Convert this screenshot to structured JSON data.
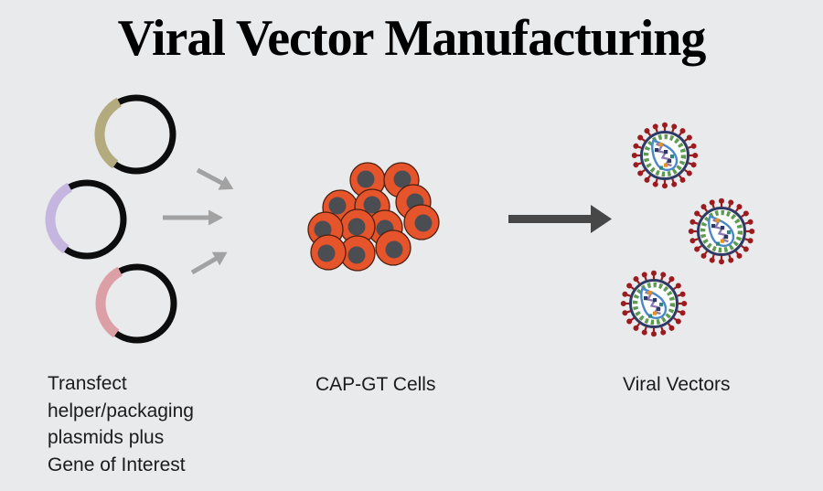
{
  "title": "Viral Vector Manufacturing",
  "labels": {
    "plasmids": "Transfect\nhelper/packaging\nplasmids plus\nGene of Interest",
    "cells": "CAP-GT Cells",
    "virions": "Viral Vectors"
  },
  "diagram": {
    "type": "process-flow",
    "stages": [
      {
        "id": "plasmids",
        "label": "Transfect helper/packaging plasmids plus Gene of Interest",
        "plasmid_count": 3,
        "segment_colors": [
          "khaki",
          "lavender",
          "pink"
        ]
      },
      {
        "id": "cap-gt-cells",
        "label": "CAP-GT Cells",
        "cell_count": 12
      },
      {
        "id": "viral-vectors",
        "label": "Viral Vectors",
        "virion_count": 3
      }
    ],
    "connectors": [
      {
        "id": "fan-arrows",
        "count": 3,
        "style": "light-gray"
      },
      {
        "id": "production-arrow",
        "count": 1,
        "style": "dark-gray"
      }
    ]
  },
  "colors": {
    "background": "#e9eaec",
    "title_color": "#000000",
    "ring_black": "#0d0d0d",
    "plasmid_khaki": "#b3aa7d",
    "plasmid_lavender": "#c5b6e0",
    "plasmid_pink": "#dc9fa6",
    "arrow_gray": "#a2a2a2",
    "arrow_dark": "#474747",
    "cell_fill": "#e6542b",
    "cell_outline": "#4a2010",
    "nucleus": "#4a4d52",
    "virus_spike": "#9b1b1e",
    "virus_ring": "#2e3a64",
    "virus_green": "#5d9c50",
    "virus_capsid": "#4c88c8",
    "virus_genome": "#8878b2",
    "virus_orange": "#e8921e",
    "virus_teal": "#2f8583"
  }
}
